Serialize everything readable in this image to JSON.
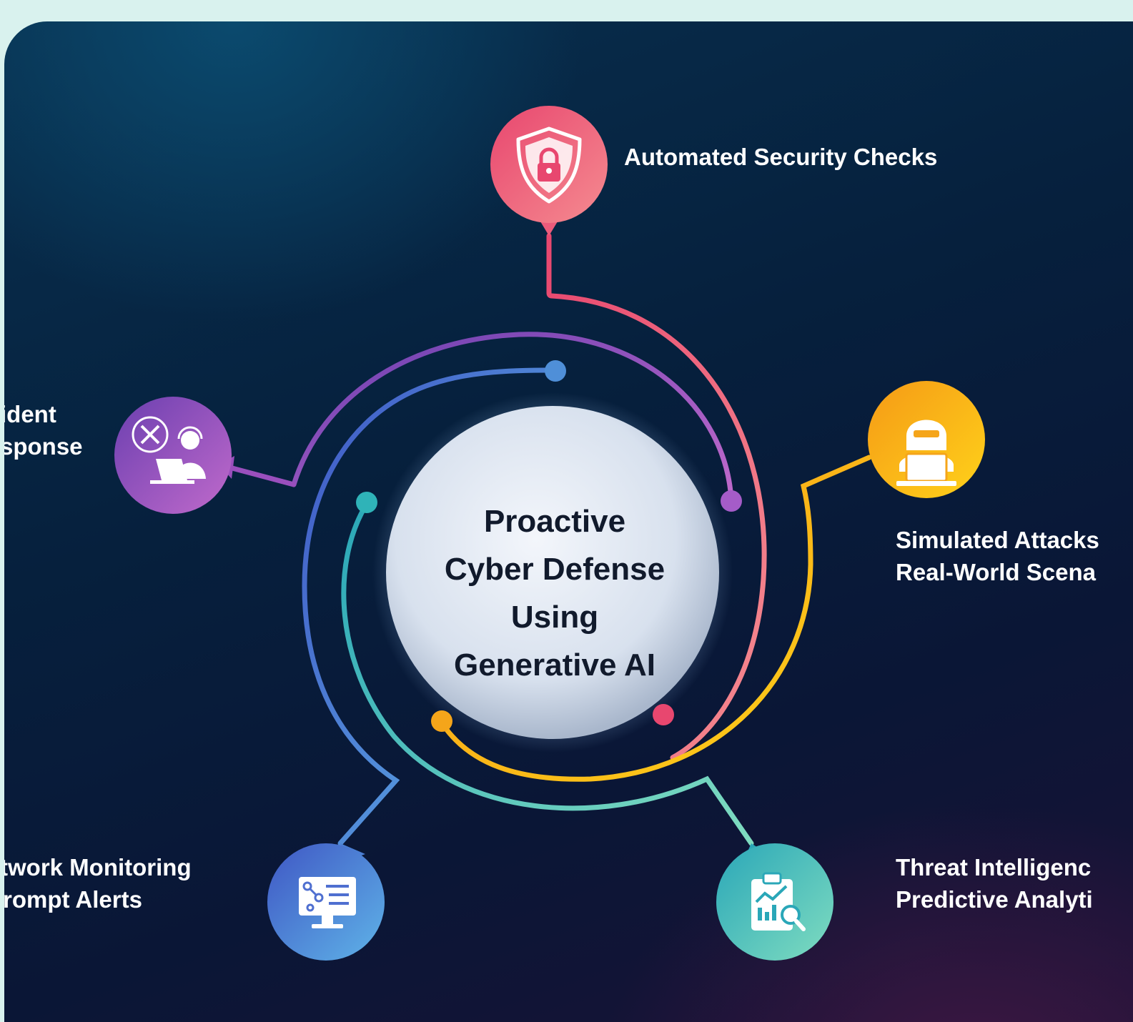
{
  "center": {
    "lines": [
      "Proactive",
      "Cyber Defense",
      "Using",
      "Generative AI"
    ]
  },
  "nodes": [
    {
      "id": "automated-security-checks",
      "lines": [
        "Automated Security Checks"
      ],
      "icon": "shield-lock-icon",
      "color_a": "#e8476f",
      "color_b": "#f57e8a"
    },
    {
      "id": "simulated-attacks",
      "lines": [
        "Simulated Attacks",
        "Real-World Scena"
      ],
      "icon": "hacker-laptop-icon",
      "color_a": "#f59a16",
      "color_b": "#ffd21a"
    },
    {
      "id": "threat-intelligence",
      "lines": [
        "Threat Intelligenc",
        "Predictive Analyti"
      ],
      "icon": "clipboard-analytics-icon",
      "color_a": "#2aa7b8",
      "color_b": "#7fdcc0"
    },
    {
      "id": "network-monitoring",
      "lines": [
        "twork Monitoring",
        "rompt Alerts"
      ],
      "icon": "monitor-network-icon",
      "color_a": "#3f56c4",
      "color_b": "#5fb4e8"
    },
    {
      "id": "incident-response",
      "lines": [
        "ident",
        "sponse"
      ],
      "icon": "support-agent-icon",
      "color_a": "#6b3fb0",
      "color_b": "#b25fc4"
    }
  ]
}
